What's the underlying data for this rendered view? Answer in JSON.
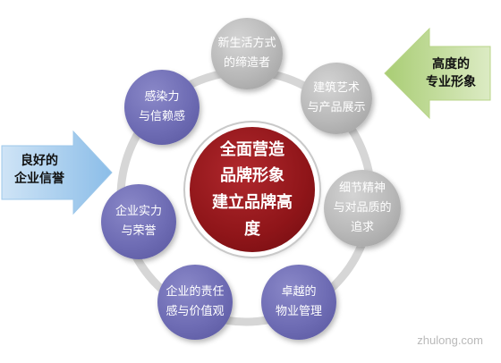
{
  "center": {
    "text": "全面营造\n品牌形象\n建立品牌高\n度"
  },
  "nodes": [
    {
      "text": "新生活方式\n的缔造者",
      "color": "gray"
    },
    {
      "text": "建筑艺术\n与产品展示",
      "color": "gray"
    },
    {
      "text": "细节精神\n与对品质的\n追求",
      "color": "gray"
    },
    {
      "text": "卓越的\n物业管理",
      "color": "purple"
    },
    {
      "text": "企业的责任\n感与价值观",
      "color": "purple"
    },
    {
      "text": "企业实力\n与荣誉",
      "color": "purple"
    },
    {
      "text": "感染力\n与信赖感",
      "color": "purple"
    }
  ],
  "left_arrow": {
    "text": "良好的\n企业信誉"
  },
  "right_arrow": {
    "text": "高度的\n专业形象"
  },
  "watermark": "zhulong.com",
  "colors": {
    "purple": "#6e6cb4",
    "gray": "#b8b8b8",
    "center_red": "#8f1519",
    "arrow_blue": "#9cc7ea",
    "arrow_green": "#b8d488",
    "ring": "#d6d6d6"
  }
}
